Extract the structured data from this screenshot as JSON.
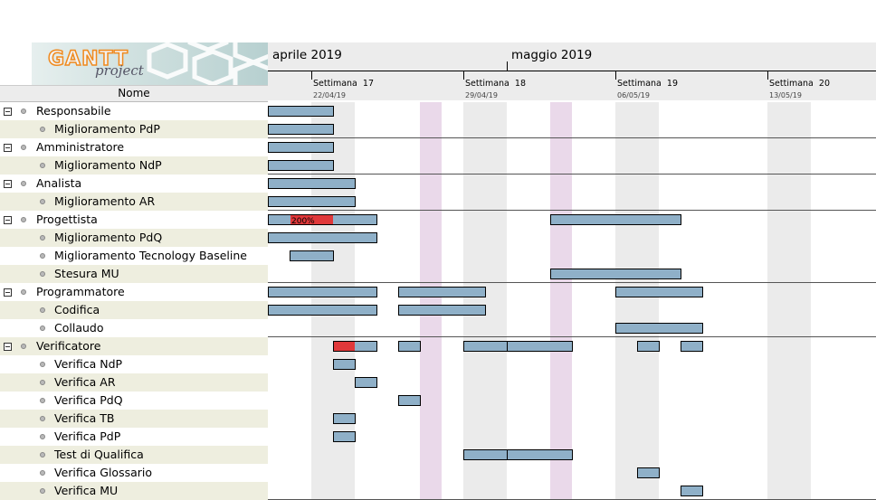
{
  "logo": {
    "word": "GANTT",
    "sub": "project"
  },
  "name_header": "Nome",
  "months": [
    {
      "label": "aprile 2019"
    },
    {
      "label": "maggio 2019"
    }
  ],
  "weeks": [
    {
      "label": "Settimana  17",
      "date": "22/04/19"
    },
    {
      "label": "Settimana  18",
      "date": "29/04/19"
    },
    {
      "label": "Settimana  19",
      "date": "06/05/19"
    },
    {
      "label": "Settimana  20",
      "date": "13/05/19"
    }
  ],
  "chart_data": {
    "type": "gantt",
    "start_date": "2019-04-18",
    "days_visible": 28,
    "weekend_color": "#ebebeb",
    "holiday_color": "#ead9ea",
    "holidays": [
      "2019-04-25",
      "2019-05-01"
    ],
    "bar_color": "#8fb0c8",
    "overload_color": "#e0383a",
    "tasks": [
      {
        "name": "Responsabile",
        "group": true,
        "bars": [
          [
            "2019-04-18",
            "2019-04-20"
          ]
        ]
      },
      {
        "name": "Miglioramento PdP",
        "bars": [
          [
            "2019-04-18",
            "2019-04-20"
          ]
        ]
      },
      {
        "name": "Amministratore",
        "group": true,
        "bars": [
          [
            "2019-04-18",
            "2019-04-20"
          ]
        ]
      },
      {
        "name": "Miglioramento NdP",
        "bars": [
          [
            "2019-04-18",
            "2019-04-20"
          ]
        ]
      },
      {
        "name": "Analista",
        "group": true,
        "bars": [
          [
            "2019-04-18",
            "2019-04-21"
          ]
        ]
      },
      {
        "name": "Miglioramento AR",
        "bars": [
          [
            "2019-04-18",
            "2019-04-21"
          ]
        ]
      },
      {
        "name": "Progettista",
        "group": true,
        "bars": [
          [
            "2019-04-18",
            "2019-04-22"
          ],
          [
            "2019-05-01",
            "2019-05-06"
          ]
        ],
        "overload": [
          [
            "2019-04-19",
            "2019-04-20"
          ]
        ],
        "overload_label": "200%"
      },
      {
        "name": "Miglioramento PdQ",
        "bars": [
          [
            "2019-04-18",
            "2019-04-22"
          ]
        ]
      },
      {
        "name": "Miglioramento Tecnology Baseline",
        "bars": [
          [
            "2019-04-19",
            "2019-04-20"
          ]
        ]
      },
      {
        "name": "Stesura MU",
        "bars": [
          [
            "2019-05-01",
            "2019-05-06"
          ]
        ]
      },
      {
        "name": "Programmatore",
        "group": true,
        "bars": [
          [
            "2019-04-18",
            "2019-04-22"
          ],
          [
            "2019-04-24",
            "2019-04-27"
          ],
          [
            "2019-05-04",
            "2019-05-07"
          ]
        ]
      },
      {
        "name": "Codifica",
        "bars": [
          [
            "2019-04-18",
            "2019-04-22"
          ],
          [
            "2019-04-24",
            "2019-04-27"
          ]
        ]
      },
      {
        "name": "Collaudo",
        "bars": [
          [
            "2019-05-04",
            "2019-05-07"
          ]
        ]
      },
      {
        "name": "Verificatore",
        "group": true,
        "bars": [
          [
            "2019-04-21",
            "2019-04-22"
          ],
          [
            "2019-04-24",
            "2019-04-24"
          ],
          [
            "2019-04-27",
            "2019-04-28"
          ],
          [
            "2019-04-29",
            "2019-05-01"
          ],
          [
            "2019-05-05",
            "2019-05-05"
          ],
          [
            "2019-05-07",
            "2019-05-07"
          ]
        ],
        "overload": [
          [
            "2019-04-21",
            "2019-04-21"
          ]
        ]
      },
      {
        "name": "Verifica NdP",
        "bars": [
          [
            "2019-04-21",
            "2019-04-21"
          ]
        ]
      },
      {
        "name": "Verifica AR",
        "bars": [
          [
            "2019-04-22",
            "2019-04-22"
          ]
        ]
      },
      {
        "name": "Verifica PdQ",
        "bars": [
          [
            "2019-04-24",
            "2019-04-24"
          ]
        ]
      },
      {
        "name": "Verifica TB",
        "bars": [
          [
            "2019-04-21",
            "2019-04-21"
          ]
        ]
      },
      {
        "name": "Verifica PdP",
        "bars": [
          [
            "2019-04-21",
            "2019-04-21"
          ]
        ]
      },
      {
        "name": "Test di Qualifica",
        "bars": [
          [
            "2019-04-27",
            "2019-04-28"
          ],
          [
            "2019-04-29",
            "2019-05-01"
          ]
        ]
      },
      {
        "name": "Verifica Glossario",
        "bars": [
          [
            "2019-05-05",
            "2019-05-05"
          ]
        ]
      },
      {
        "name": "Verifica MU",
        "bars": [
          [
            "2019-05-07",
            "2019-05-07"
          ]
        ]
      }
    ]
  }
}
